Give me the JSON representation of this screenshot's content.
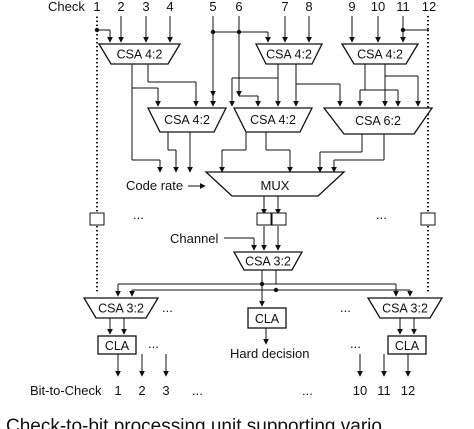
{
  "check": {
    "label": "Check",
    "inputs": [
      "1",
      "2",
      "3",
      "4",
      "5",
      "6",
      "7",
      "8",
      "9",
      "10",
      "11",
      "12"
    ]
  },
  "blocks": {
    "csa42_a": "CSA 4:2",
    "csa42_b": "CSA 4:2",
    "csa42_c": "CSA 4:2",
    "csa42_d": "CSA 4:2",
    "csa42_e": "CSA 4:2",
    "csa62": "CSA 6:2",
    "mux": "MUX",
    "csa32_mid": "CSA 3:2",
    "csa32_left": "CSA 3:2",
    "csa32_right": "CSA 3:2",
    "cla_left": "CLA",
    "cla_mid": "CLA",
    "cla_right": "CLA"
  },
  "labels": {
    "code_rate": "Code rate",
    "channel": "Channel",
    "hard_decision": "Hard decision",
    "ellipsis": "..."
  },
  "bit_to_check": {
    "label": "Bit-to-Check",
    "outputs_left": [
      "1",
      "2",
      "3"
    ],
    "outputs_right": [
      "10",
      "11",
      "12"
    ]
  },
  "caption": "Check-to-bit processing unit supporting vario"
}
